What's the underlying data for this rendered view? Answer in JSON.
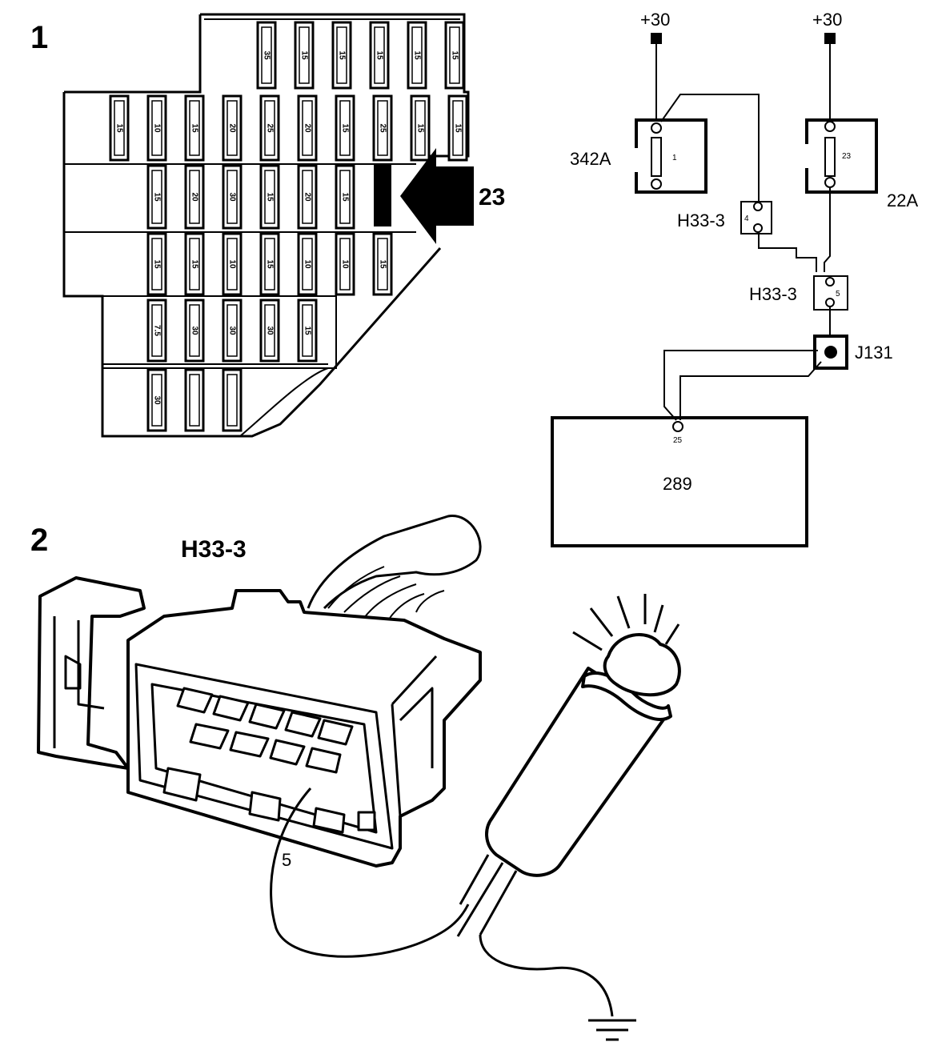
{
  "panel1": {
    "number": "1",
    "callout": "23",
    "rows": [
      [
        "35",
        "15",
        "15",
        "15",
        "15",
        "15"
      ],
      [
        "15",
        "10",
        "15",
        "20",
        "25",
        "20",
        "15",
        "25",
        "15",
        "15"
      ],
      [
        "15",
        "20",
        "30",
        "15",
        "20",
        "15"
      ],
      [
        "15",
        "15",
        "10",
        "15",
        "10",
        "10",
        "15"
      ],
      [
        "7.5",
        "30",
        "30",
        "30",
        "15"
      ],
      [
        "30",
        "",
        ""
      ]
    ]
  },
  "panel2": {
    "number": "2",
    "connector_label": "H33-3",
    "pin_label": "5"
  },
  "schematic": {
    "supply_left": "+30",
    "supply_right": "+30",
    "fuse_left_block": "342A",
    "fuse_left_num": "1",
    "fuse_right_block": "22A",
    "fuse_right_num": "23",
    "connector_upper_label": "H33-3",
    "connector_upper_pin": "4",
    "connector_lower_label": "H33-3",
    "connector_lower_pin": "5",
    "junction_label": "J131",
    "module_pin": "25",
    "module_label": "289"
  }
}
